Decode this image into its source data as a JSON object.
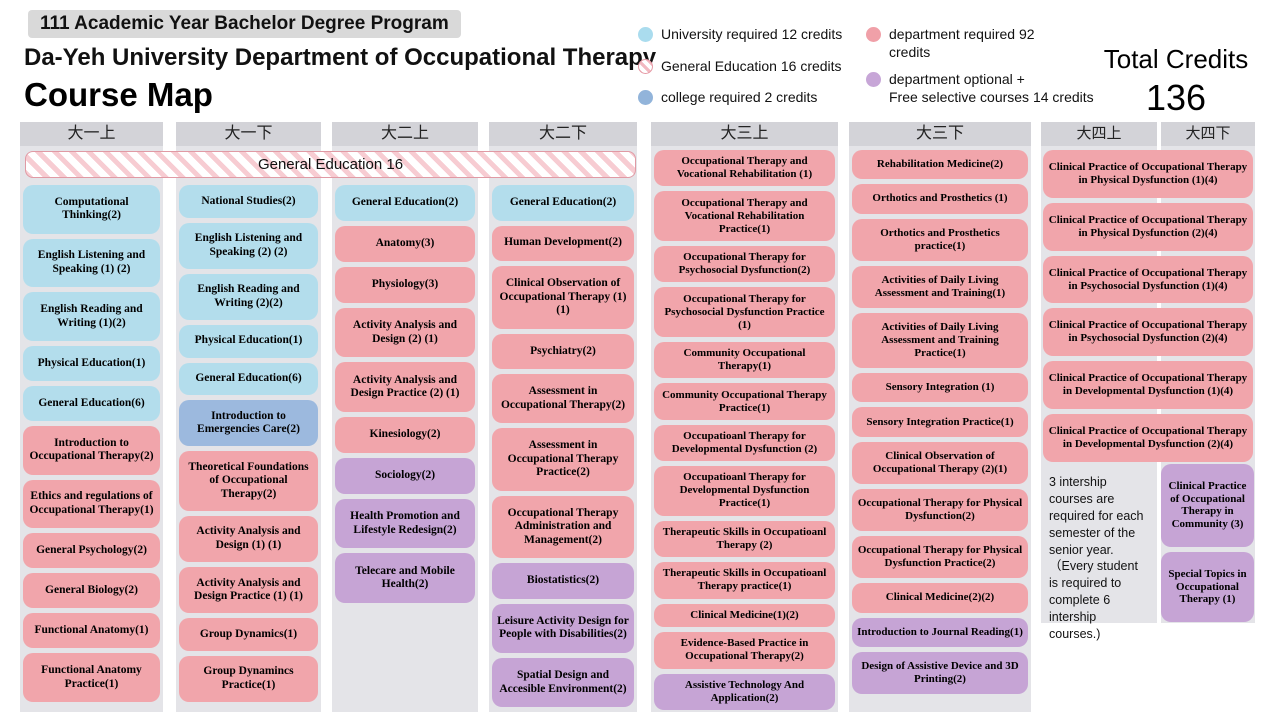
{
  "header": {
    "badge": "111 Academic Year Bachelor Degree Program",
    "title": "Da-Yeh University Department of Occupational Therapy",
    "subtitle": "Course Map"
  },
  "legend": {
    "col1": [
      {
        "label": "University required  12 credits",
        "type": "univ"
      },
      {
        "label": "General Education  16 credits",
        "type": "ge"
      },
      {
        "label": "college required   2 credits",
        "type": "college"
      }
    ],
    "col2": [
      {
        "label": "department  required  92\ncredits",
        "type": "dept"
      },
      {
        "label": "department  optional  +\nFree selective courses  14 credits",
        "type": "opt"
      }
    ],
    "total_label": "Total Credits",
    "total_value": "136"
  },
  "ge_banner": "General Education  16",
  "columns": [
    {
      "header": "大一上",
      "courses": [
        {
          "t": "Computational Thinking(2)",
          "type": "univ"
        },
        {
          "t": "English Listening and Speaking (1) (2)",
          "type": "univ"
        },
        {
          "t": "English Reading and Writing (1)(2)",
          "type": "univ"
        },
        {
          "t": "Physical Education(1)",
          "type": "univ"
        },
        {
          "t": "General Education(6)",
          "type": "univ"
        },
        {
          "t": "Introduction to Occupational Therapy(2)",
          "type": "dept"
        },
        {
          "t": "Ethics and regulations of Occupational Therapy(1)",
          "type": "dept"
        },
        {
          "t": "General Psychology(2)",
          "type": "dept"
        },
        {
          "t": "General Biology(2)",
          "type": "dept"
        },
        {
          "t": "Functional Anatomy(1)",
          "type": "dept"
        },
        {
          "t": "Functional Anatomy Practice(1)",
          "type": "dept"
        }
      ]
    },
    {
      "header": "大一下",
      "courses": [
        {
          "t": "National Studies(2)",
          "type": "univ"
        },
        {
          "t": "English Listening and Speaking (2) (2)",
          "type": "univ"
        },
        {
          "t": "English Reading and Writing (2)(2)",
          "type": "univ"
        },
        {
          "t": "Physical Education(1)",
          "type": "univ"
        },
        {
          "t": "General Education(6)",
          "type": "univ"
        },
        {
          "t": "Introduction to Emergencies Care(2)",
          "type": "college"
        },
        {
          "t": "Theoretical Foundations of Occupational Therapy(2)",
          "type": "dept"
        },
        {
          "t": "Activity Analysis and Design (1) (1)",
          "type": "dept"
        },
        {
          "t": "Activity Analysis and Design Practice  (1) (1)",
          "type": "dept"
        },
        {
          "t": "Group Dynamics(1)",
          "type": "dept"
        },
        {
          "t": "Group Dynamincs Practice(1)",
          "type": "dept"
        }
      ]
    },
    {
      "header": "大二上",
      "courses": [
        {
          "t": "General Education(2)",
          "type": "univ"
        },
        {
          "t": "Anatomy(3)",
          "type": "dept"
        },
        {
          "t": "Physiology(3)",
          "type": "dept"
        },
        {
          "t": "Activity Analysis and Design (2) (1)",
          "type": "dept"
        },
        {
          "t": "Activity Analysis and Design Practice  (2) (1)",
          "type": "dept"
        },
        {
          "t": "Kinesiology(2)",
          "type": "dept"
        },
        {
          "t": "Sociology(2)",
          "type": "opt"
        },
        {
          "t": "Health Promotion and Lifestyle Redesign(2)",
          "type": "opt"
        },
        {
          "t": "Telecare and Mobile Health(2)",
          "type": "opt"
        }
      ]
    },
    {
      "header": "大二下",
      "courses": [
        {
          "t": "General Education(2)",
          "type": "univ"
        },
        {
          "t": "Human Development(2)",
          "type": "dept"
        },
        {
          "t": "Clinical Observation of Occupational Therapy (1) (1)",
          "type": "dept"
        },
        {
          "t": "Psychiatry(2)",
          "type": "dept"
        },
        {
          "t": "Assessment in Occupational Therapy(2)",
          "type": "dept"
        },
        {
          "t": "Assessment in Occupational Therapy Practice(2)",
          "type": "dept"
        },
        {
          "t": "Occupational Therapy Administration and Management(2)",
          "type": "dept"
        },
        {
          "t": "Biostatistics(2)",
          "type": "opt"
        },
        {
          "t": "Leisure Activity Design for People with Disabilities(2)",
          "type": "opt"
        },
        {
          "t": "Spatial Design and Accesible Environment(2)",
          "type": "opt"
        }
      ]
    },
    {
      "header": "大三上",
      "courses": [
        {
          "t": "Occupational Therapy and Vocational Rehabilitation (1)",
          "type": "dept"
        },
        {
          "t": "Occupational Therapy and Vocational Rehabilitation Practice(1)",
          "type": "dept"
        },
        {
          "t": "Occupational Therapy for Psychosocial Dysfunction(2)",
          "type": "dept"
        },
        {
          "t": "Occupational Therapy for Psychosocial Dysfunction Practice (1)",
          "type": "dept"
        },
        {
          "t": "Community Occupational Therapy(1)",
          "type": "dept"
        },
        {
          "t": "Community Occupational Therapy Practice(1)",
          "type": "dept"
        },
        {
          "t": "Occupatioanl Therapy for Developmental Dysfunction (2)",
          "type": "dept"
        },
        {
          "t": "Occupatioanl Therapy for Developmental Dysfunction Practice(1)",
          "type": "dept"
        },
        {
          "t": "Therapeutic Skills in Occupatioanl Therapy (2)",
          "type": "dept"
        },
        {
          "t": "Therapeutic Skills in Occupatioanl Therapy practice(1)",
          "type": "dept"
        },
        {
          "t": "Clinical Medicine(1)(2)",
          "type": "dept"
        },
        {
          "t": "Evidence-Based Practice in Occupational Therapy(2)",
          "type": "dept"
        },
        {
          "t": "Assistive Technology And Application(2)",
          "type": "opt"
        }
      ]
    },
    {
      "header": "大三下",
      "courses": [
        {
          "t": "Rehabilitation Medicine(2)",
          "type": "dept"
        },
        {
          "t": "Orthotics and Prosthetics (1)",
          "type": "dept"
        },
        {
          "t": "Orthotics and Prosthetics practice(1)",
          "type": "dept"
        },
        {
          "t": "Activities of Daily Living Assessment and Training(1)",
          "type": "dept"
        },
        {
          "t": "Activities of Daily Living Assessment and Training Practice(1)",
          "type": "dept"
        },
        {
          "t": "Sensory Integration (1)",
          "type": "dept"
        },
        {
          "t": "Sensory Integration Practice(1)",
          "type": "dept"
        },
        {
          "t": "Clinical Observation of Occupational Therapy (2)(1)",
          "type": "dept"
        },
        {
          "t": "Occupational Therapy for Physical Dysfunction(2)",
          "type": "dept"
        },
        {
          "t": "Occupational Therapy for Physical Dysfunction Practice(2)",
          "type": "dept"
        },
        {
          "t": "Clinical Medicine(2)(2)",
          "type": "dept"
        },
        {
          "t": "Introduction to Journal Reading(1)",
          "type": "opt"
        },
        {
          "t": "Design of Assistive Device and 3D Printing(2)",
          "type": "opt"
        }
      ]
    }
  ],
  "senior": {
    "headers": [
      "大四上",
      "大四下"
    ],
    "spanning_courses": [
      {
        "t": "Clinical Practice of Occupational Therapy in Physical Dysfunction (1)(4)",
        "type": "dept"
      },
      {
        "t": "Clinical Practice of Occupational Therapy in Physical Dysfunction (2)(4)",
        "type": "dept"
      },
      {
        "t": "Clinical Practice of Occupational Therapy in Psychosocial Dysfunction (1)(4)",
        "type": "dept"
      },
      {
        "t": "Clinical Practice of Occupational Therapy in Psychosocial Dysfunction (2)(4)",
        "type": "dept"
      },
      {
        "t": "Clinical Practice of Occupational Therapy in Developmental Dysfunction (1)(4)",
        "type": "dept"
      },
      {
        "t": "Clinical Practice of Occupational Therapy in Developmental Dysfunction (2)(4)",
        "type": "dept"
      }
    ],
    "note": "3 intership courses are required  for each semester of the senior year.\n（Every student is required  to complete 6 intership courses.)",
    "side_courses": [
      {
        "t": "Clinical Practice of Occupational Therapy in Community (3)",
        "type": "opt"
      },
      {
        "t": "Special Topics in Occupational Therapy (1)",
        "type": "opt"
      }
    ]
  }
}
